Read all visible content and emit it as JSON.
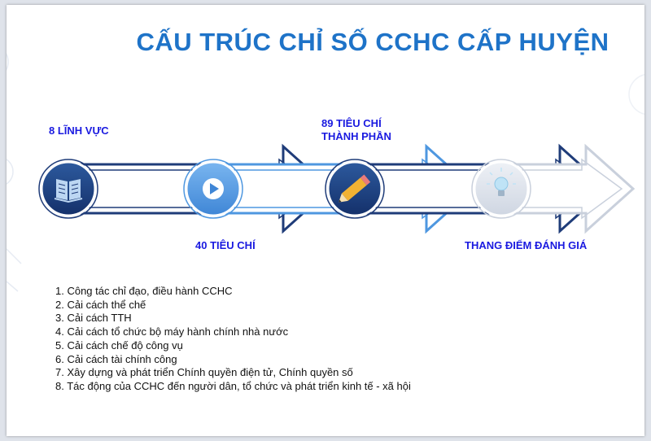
{
  "title": "CẤU TRÚC CHỈ SỐ CCHC CẤP HUYỆN",
  "steps": [
    {
      "label": "8 LĨNH VỰC",
      "icon": "book-icon"
    },
    {
      "label": "40 TIÊU CHÍ",
      "icon": "play-icon"
    },
    {
      "label_lines": [
        "89 TIÊU CHÍ",
        "THÀNH PHẦN"
      ],
      "icon": "pencil-icon"
    },
    {
      "label": "THANG ĐIỂM ĐÁNH GIÁ",
      "icon": "lightbulb-icon"
    }
  ],
  "items": [
    "1. Công tác chỉ đạo, điều hành CCHC",
    "2. Cải cách thể chế",
    "3. Cải cách TTH",
    "4. Cải cách tổ chức bộ máy hành chính nhà nước",
    "5. Cải cách chế độ công vụ",
    "6. Cải cách tài chính công",
    "7. Xây dựng và phát triển Chính quyền điện tử, Chính quyền số",
    "8. Tác động của CCHC đến người dân, tổ chức và phát triển kinh tế - xã hội"
  ],
  "colors": {
    "title": "#1e73c8",
    "label": "#1a1ae0",
    "dark_navy": "#1f3c79",
    "light_blue": "#4e97e0",
    "pale_gray": "#d2d8e3"
  }
}
